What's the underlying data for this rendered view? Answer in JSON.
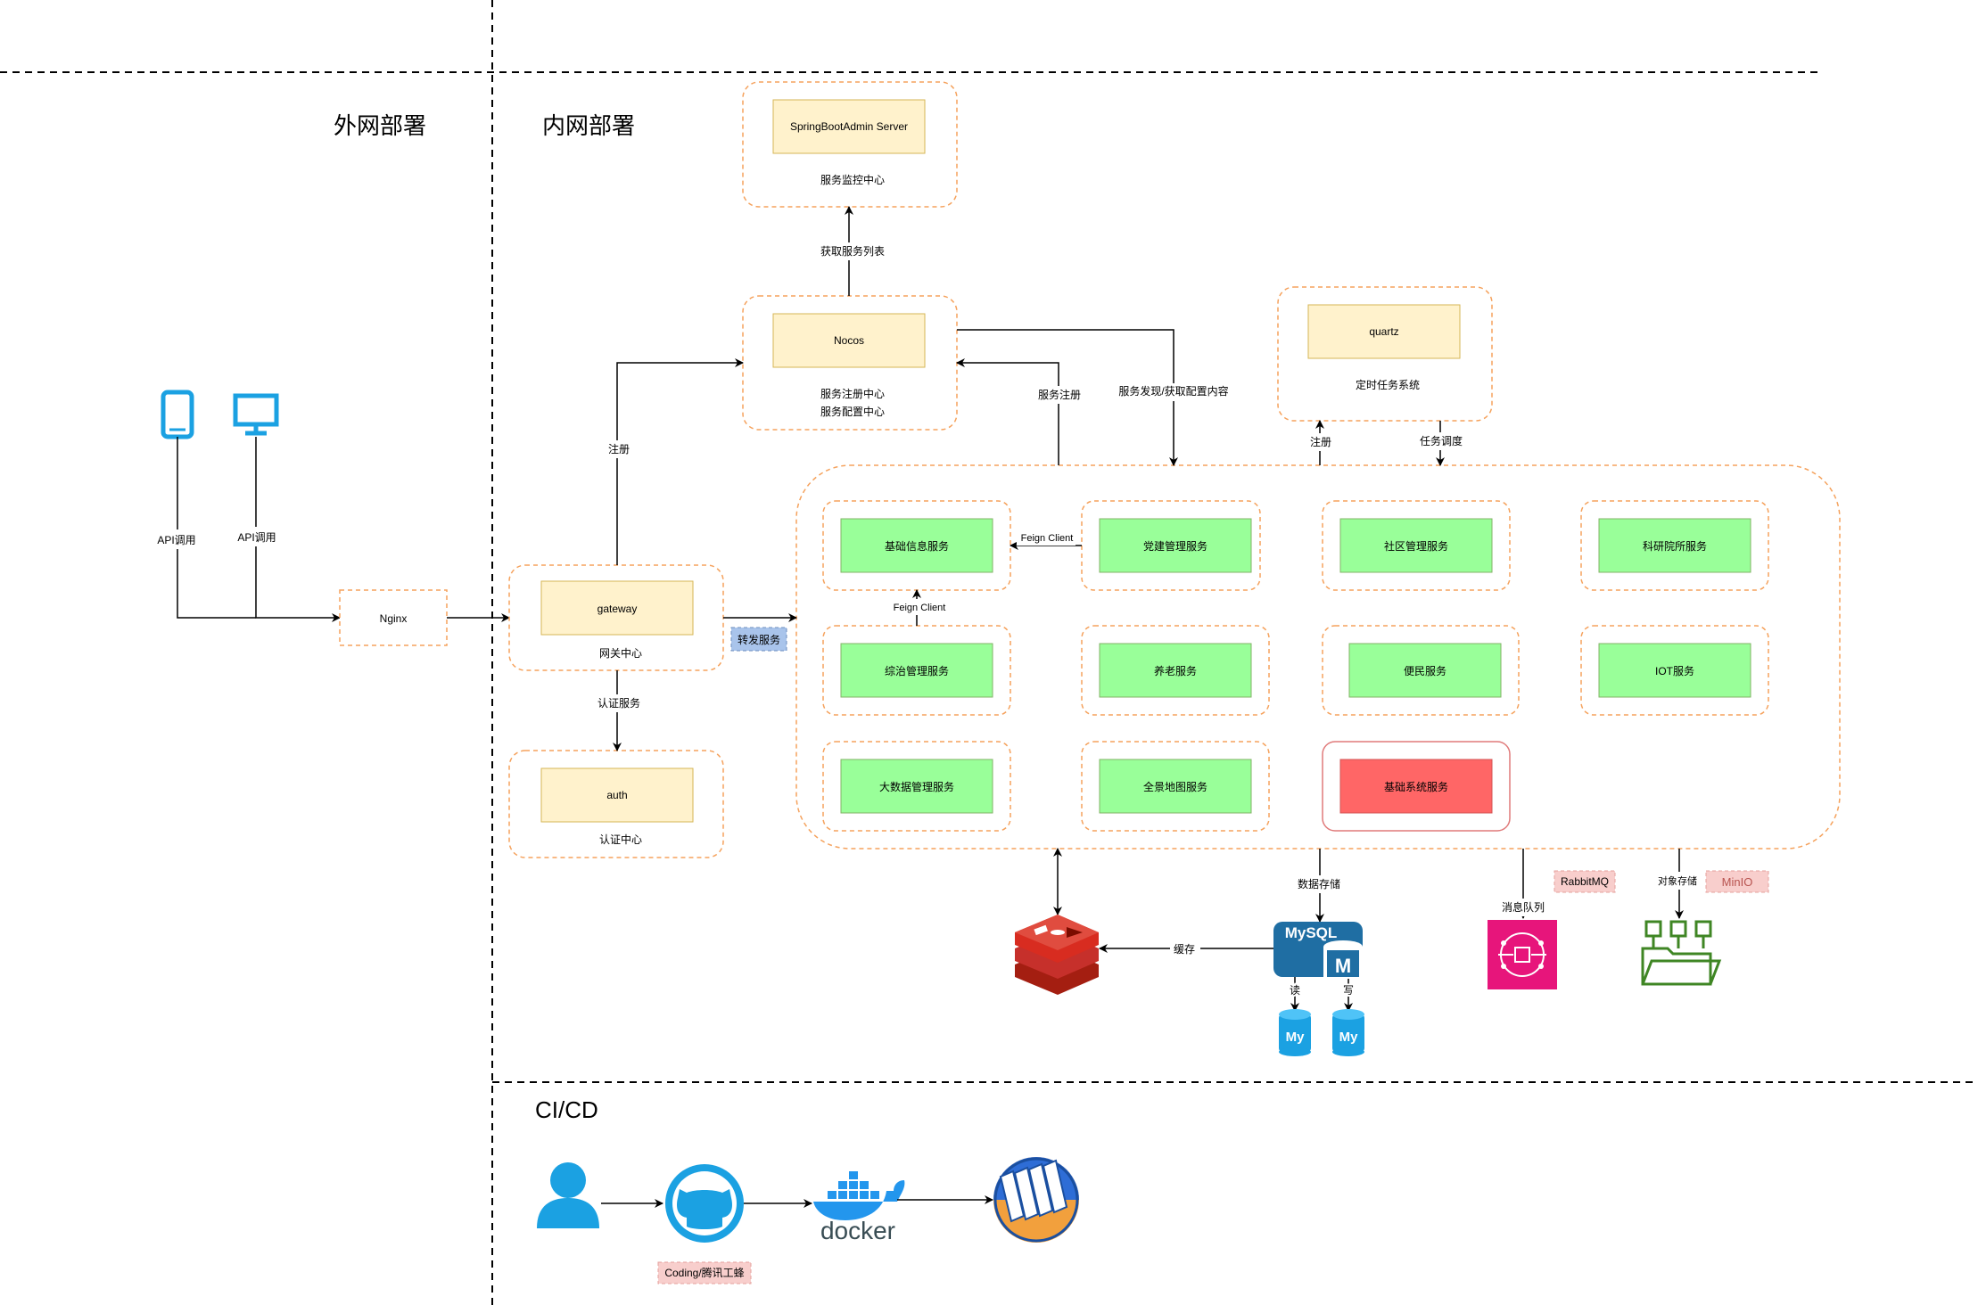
{
  "sections": {
    "external": "外网部署",
    "internal": "内网部署",
    "cicd": "CI/CD"
  },
  "clients": {
    "phone_label": "API调用",
    "desktop_label": "API调用"
  },
  "nginx": "Nginx",
  "gateway": {
    "name": "gateway",
    "caption": "网关中心"
  },
  "auth": {
    "name": "auth",
    "caption": "认证中心",
    "edge": "认证服务"
  },
  "nacos": {
    "name": "Nocos",
    "caption1": "服务注册中心",
    "caption2": "服务配置中心"
  },
  "admin": {
    "name": "SpringBootAdmin Server",
    "caption": "服务监控中心",
    "edge": "获取服务列表"
  },
  "quartz": {
    "name": "quartz",
    "caption": "定时任务系统"
  },
  "edges": {
    "register_gateway": "注册",
    "register_services": "服务注册",
    "discover": "服务发现/获取配置内容",
    "register_quartz": "注册",
    "schedule": "任务调度",
    "forward": "转发服务",
    "feign1": "Feign Client",
    "feign2": "Feign Client",
    "storage": "数据存储",
    "cache": "缓存",
    "read": "读",
    "write": "写",
    "queue": "消息队列",
    "object": "对象存储"
  },
  "services": [
    "基础信息服务",
    "党建管理服务",
    "社区管理服务",
    "科研院所服务",
    "综治管理服务",
    "养老服务",
    "便民服务",
    "IOT服务",
    "大数据管理服务",
    "全景地图服务",
    "基础系统服务"
  ],
  "tags": {
    "rabbitmq": "RabbitMQ",
    "minio": "MinIO",
    "coding": "Coding/腾讯工蜂"
  },
  "icons": {
    "mysql": "MySQL",
    "mysql_badge": "M",
    "replica": "My",
    "docker": "docker"
  },
  "colors": {
    "orange_dash": "#f5a25d",
    "yellow_fill": "#fff2cc",
    "yellow_stroke": "#d6b656",
    "green_fill": "#99ff99",
    "green_stroke": "#82b366",
    "red_fill": "#ff6666",
    "red_stroke": "#e07a7a",
    "blue": "#1ba1e2",
    "redis": "#c6302b",
    "rabbit": "#e7157b",
    "minio": "#3f8624",
    "tag_pink": "#f8cecc",
    "tag_blue": "#a9c4eb",
    "mysql": "#00618a"
  }
}
